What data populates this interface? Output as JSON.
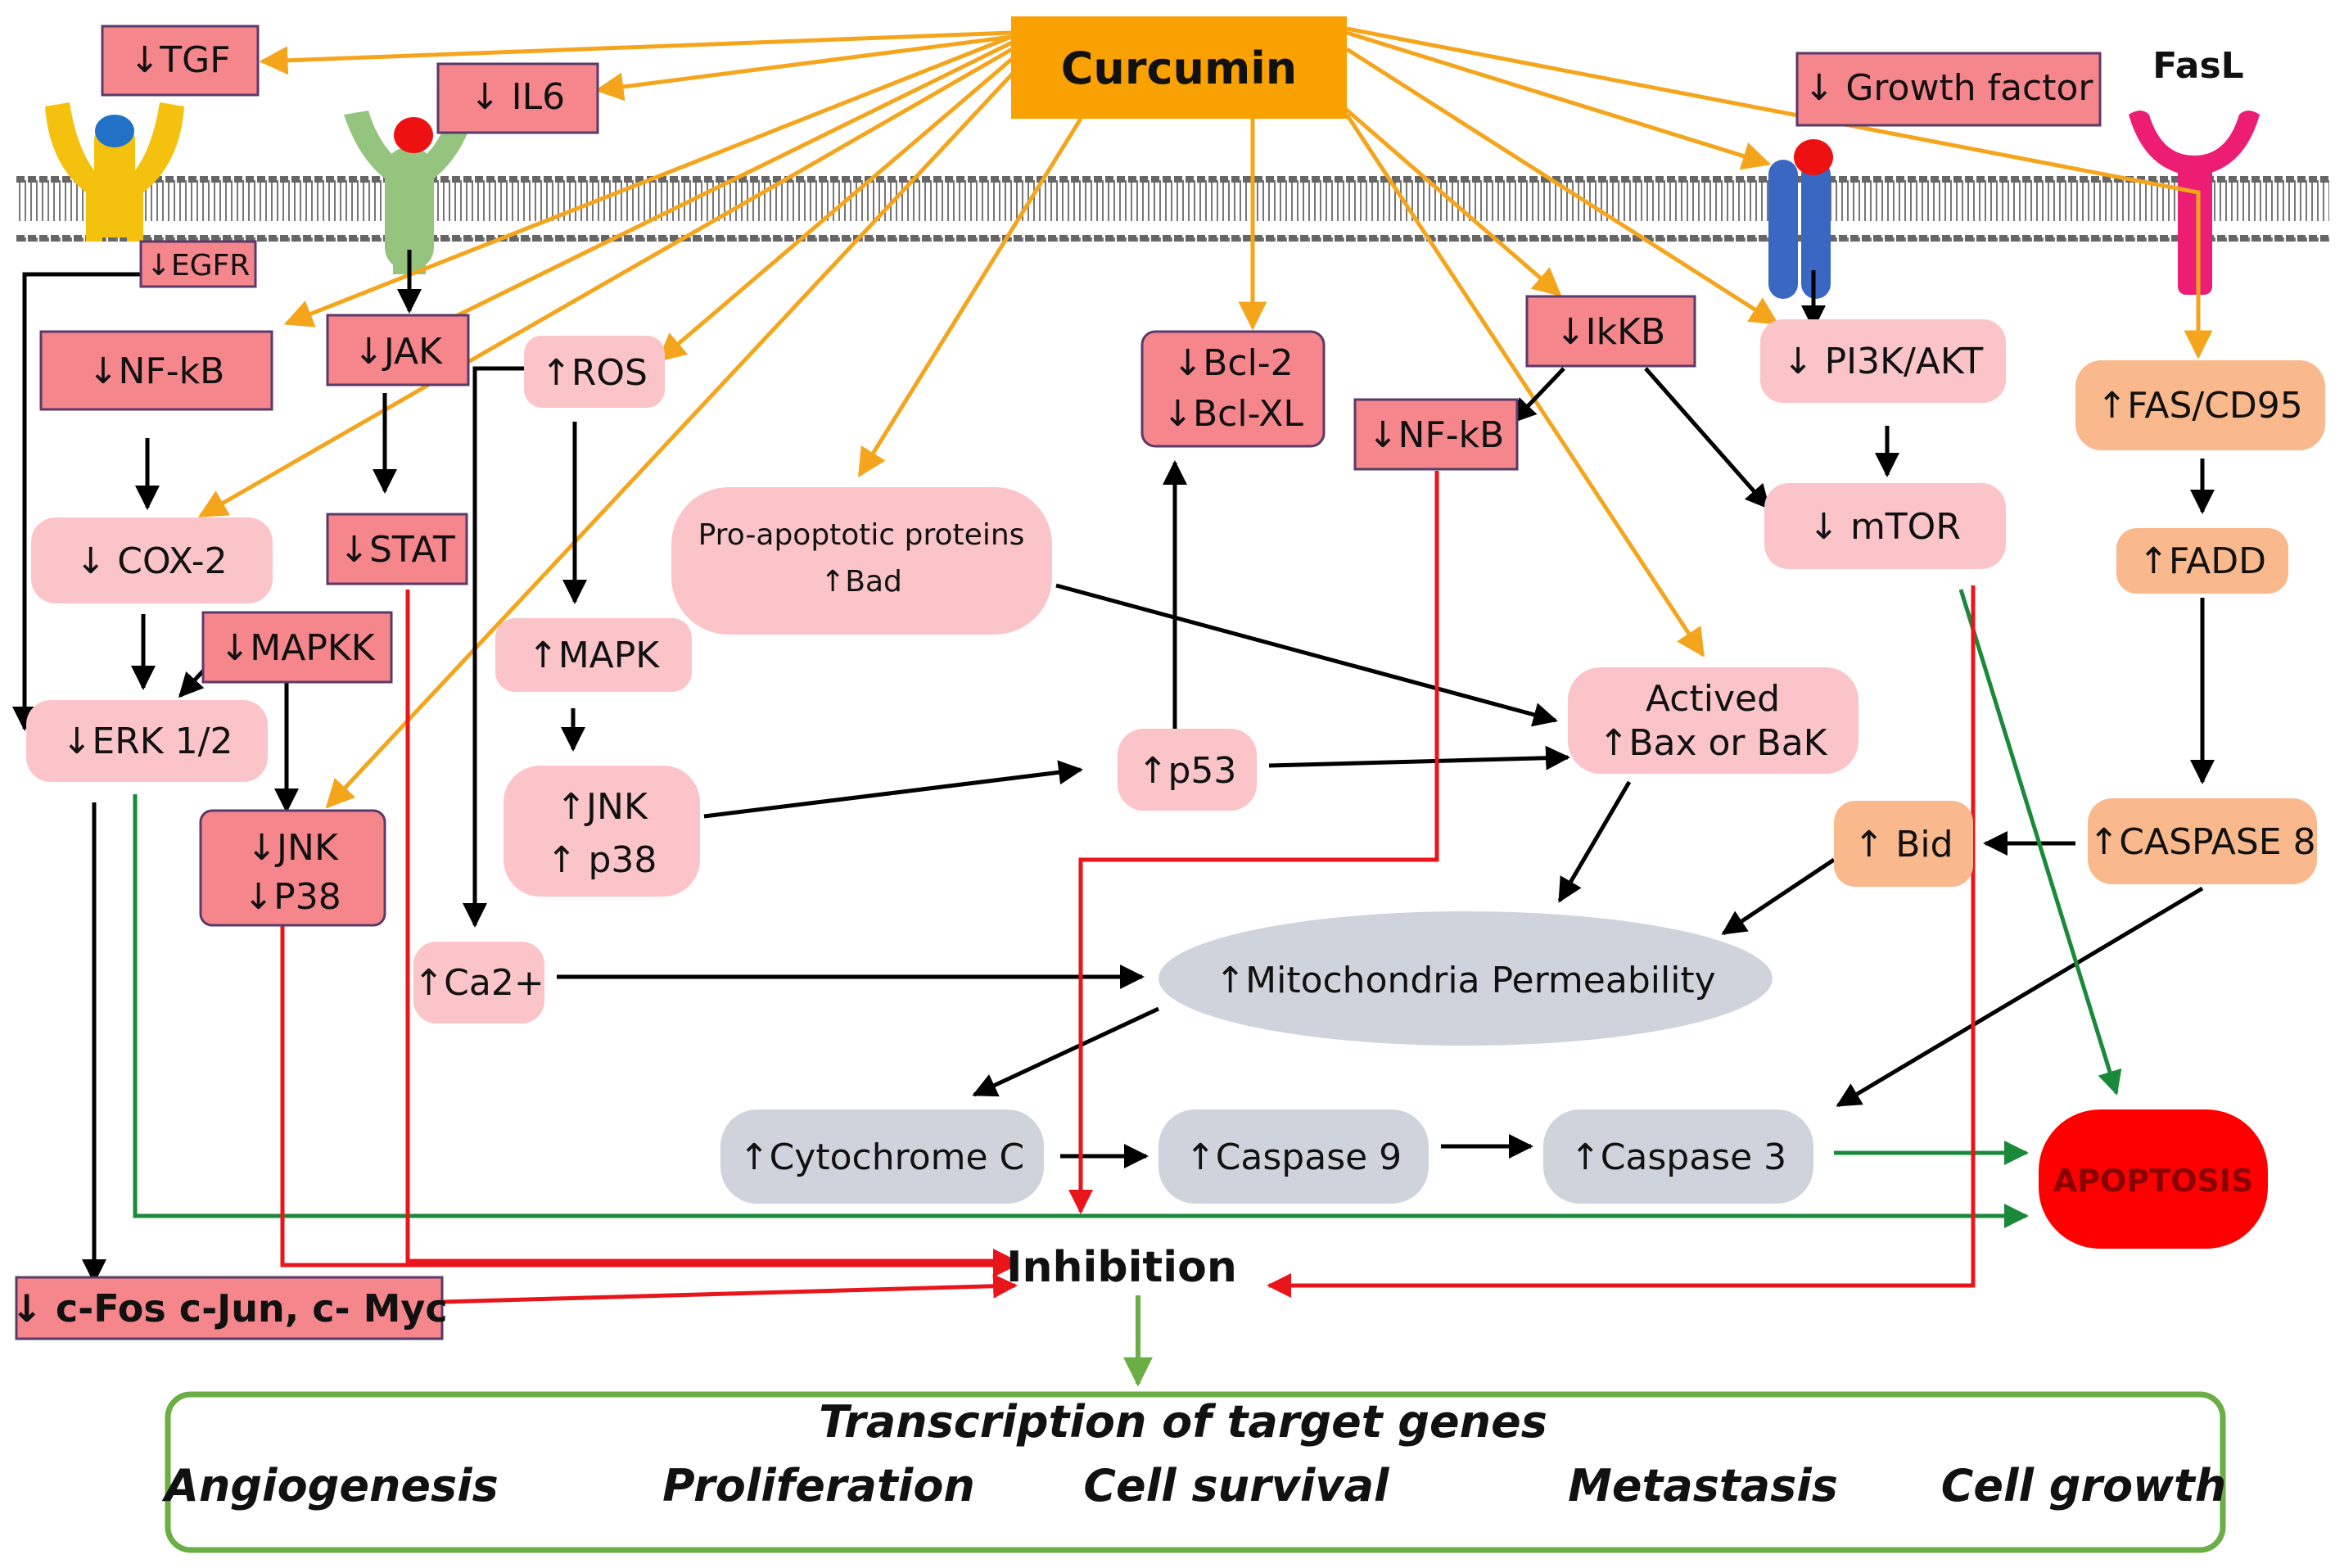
{
  "colors": {
    "node_red": "#f4868c",
    "node_pink": "#fbc4c8",
    "node_orange": "#f9b98d",
    "node_grey": "#cfd4dc",
    "curcumin": "#f8a100",
    "apoptosis": "#ff0000",
    "arrow_orange": "#f4a51c",
    "arrow_black": "#000000",
    "arrow_red": "#e8151b",
    "arrow_green": "#1a8a3a",
    "box_green": "#6cae46"
  },
  "source": {
    "label": "Curcumin"
  },
  "receptors": {
    "egfr": "↓EGFR",
    "fasl": "FasL"
  },
  "nodes": {
    "tgf": "↓TGF",
    "il6": "↓ IL6",
    "growth_factor": "↓ Growth factor",
    "nfkb_left": "↓NF-kB",
    "jak": "↓JAK",
    "ros": "↑ROS",
    "bcl2": "↓Bcl-2",
    "bclxl": "↓Bcl-XL",
    "ikkb": "↓IkKB",
    "nfkb_mid": "↓NF-kB",
    "pi3k": "↓ PI3K/AKT",
    "fas": "↑FAS/CD95",
    "cox2": "↓ COX-2",
    "stat": "↓STAT",
    "proapo_1": "Pro-apoptotic proteins",
    "proapo_2": "↑Bad",
    "mtor": "↓ mTOR",
    "fadd": "↑FADD",
    "mapkk": "↓MAPKK",
    "mapk": "↑MAPK",
    "erk": "↓ERK 1/2",
    "bax_1": "Actived",
    "bax_2": "↑Bax or BaK",
    "p53": "↑p53",
    "jnk_up_1": "↑JNK",
    "jnk_up_2": "↑ p38",
    "jnk_down_1": "↓JNK",
    "jnk_down_2": "↓P38",
    "bid": "↑ Bid",
    "caspase8": "↑CASPASE 8",
    "ca2": "↑Ca2+",
    "mito": "↑Mitochondria Permeability",
    "cytc": "↑Cytochrome C",
    "casp9": "↑Caspase 9",
    "casp3": "↑Caspase 3",
    "apoptosis": "APOPTOSIS",
    "inhibition": "Inhibition",
    "cfos": "↓ c-Fos c-Jun, c- Myc"
  },
  "targets": {
    "title": "Transcription of target genes",
    "items": [
      "Angiogenesis",
      "Proliferation",
      "Cell survival",
      "Metastasis",
      "Cell growth"
    ]
  }
}
